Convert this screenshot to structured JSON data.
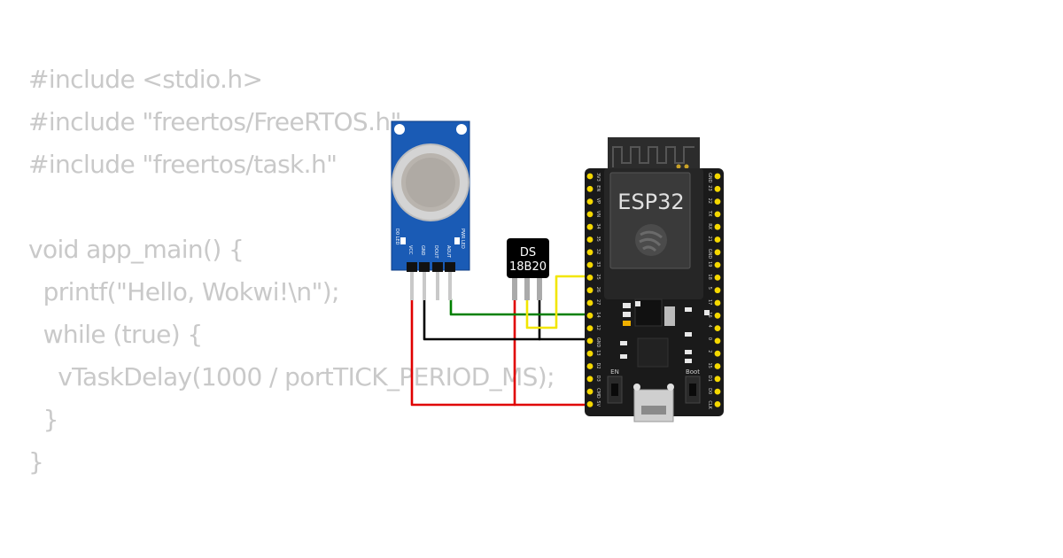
{
  "code": {
    "lines": [
      "#include <stdio.h>",
      "#include \"freertos/FreeRTOS.h\"",
      "#include \"freertos/task.h\"",
      "",
      "void app_main() {",
      "  printf(\"Hello, Wokwi!\\n\");",
      "  while (true) {",
      "    vTaskDelay(1000 / portTICK_PERIOD_MS);",
      "  }",
      "}"
    ]
  },
  "gas_sensor": {
    "pins": [
      "VCC",
      "GND",
      "DOUT",
      "AOUT"
    ],
    "led_left": "D0 LED",
    "led_right": "PWR LED"
  },
  "ds18b20": {
    "line1": "DS",
    "line2": "18B20"
  },
  "esp32": {
    "label": "ESP32",
    "left_pins": [
      "3V3",
      "EN",
      "VP",
      "VN",
      "34",
      "35",
      "32",
      "33",
      "25",
      "26",
      "27",
      "14",
      "12",
      "GND",
      "13",
      "D2",
      "D3",
      "CMD",
      "5V"
    ],
    "right_pins": [
      "GND",
      "23",
      "22",
      "TX",
      "RX",
      "21",
      "GND",
      "19",
      "18",
      "5",
      "17",
      "16",
      "4",
      "0",
      "2",
      "15",
      "D1",
      "D0",
      "CLK"
    ],
    "btn_en": "EN",
    "btn_boot": "Boot"
  },
  "wires": {
    "vcc": "#e00000",
    "gnd": "#000000",
    "dout": "#008000",
    "data": "#f2e600"
  },
  "colors": {
    "board_blue": "#1a5bb5",
    "esp_board": "#1a1a1a",
    "pin_gold": "#f5d800"
  }
}
